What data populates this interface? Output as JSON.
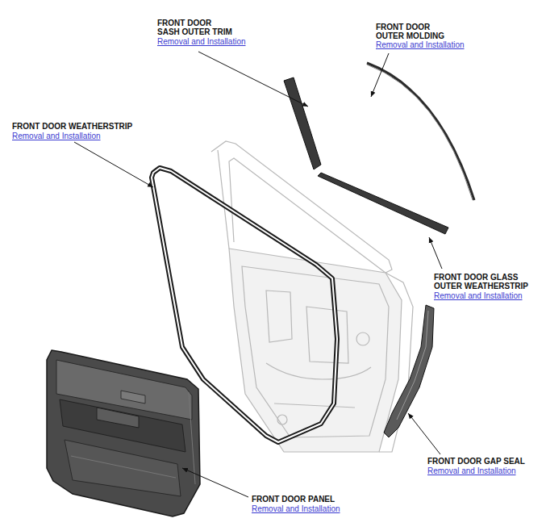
{
  "diagram": {
    "labels": [
      "FRONT DOOR SASH OUTER TRIM",
      "Removal and Installation",
      "FRONT DOOR OUTER MOLDING",
      "Removal and Installation",
      "FRONT DOOR WEATHERSTRIP",
      "Removal and Installation",
      "FRONT DOOR GLASS OUTER WEATHERSTRIP",
      "Removal and Installation",
      "FRONT DOOR GAP SEAL",
      "Removal and Installation",
      "FRONT DOOR PANEL",
      "Removal and Installation"
    ]
  }
}
